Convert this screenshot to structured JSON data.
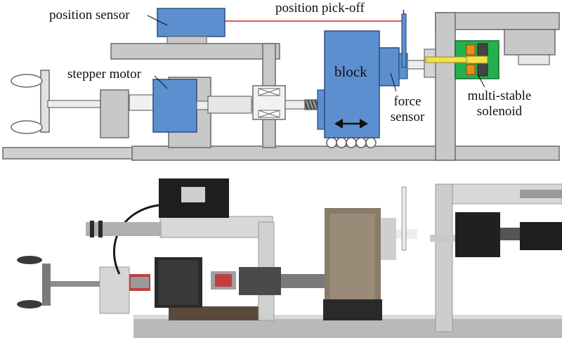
{
  "labels": {
    "position_sensor": "position sensor",
    "position_pickoff": "position pick-off",
    "stepper_motor": "stepper motor",
    "block": "block",
    "force_sensor_line1": "force",
    "force_sensor_line2": "sensor",
    "solenoid_line1": "multi-stable",
    "solenoid_line2": "solenoid"
  },
  "colors": {
    "gray_part": "#c8c8c8",
    "gray_stroke": "#6a6a6a",
    "blue_part": "#5b8fd0",
    "blue_stroke": "#2f4f80",
    "green_part": "#22b14c",
    "orange_part": "#f08a1c",
    "yellow_part": "#f4e04d",
    "red_wire": "#d81e1e",
    "shaft": "#e8e8e8"
  },
  "icons": [
    "double-arrow-icon",
    "leader-line",
    "roller-bearing"
  ]
}
